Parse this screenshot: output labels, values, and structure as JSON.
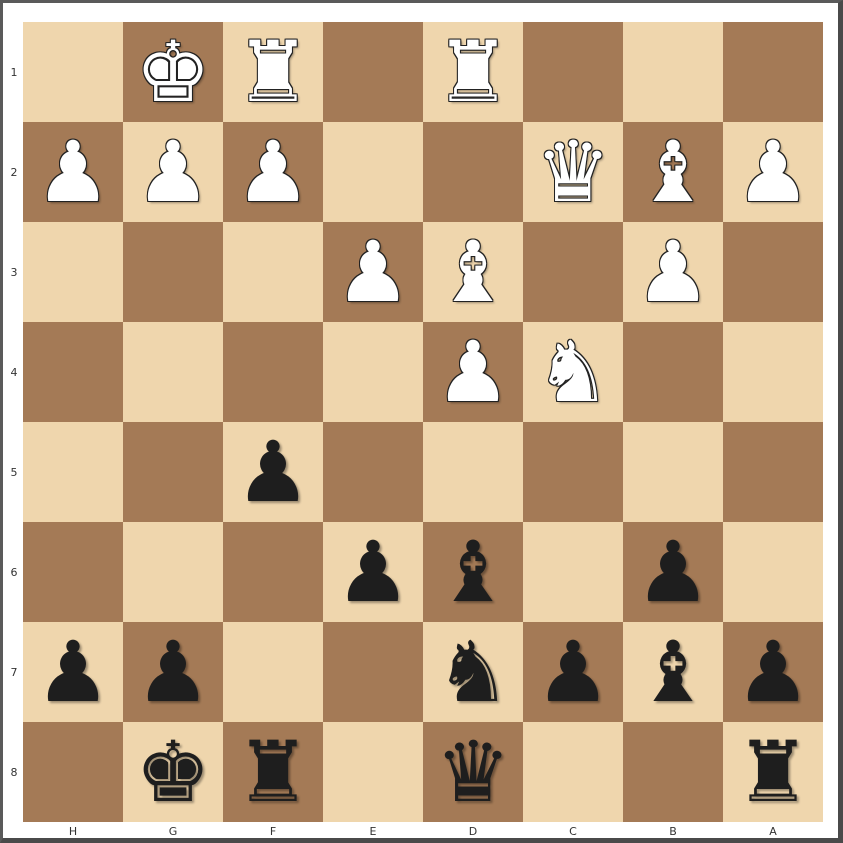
{
  "board": {
    "ranks": [
      "1",
      "2",
      "3",
      "4",
      "5",
      "6",
      "7",
      "8"
    ],
    "files": [
      "H",
      "G",
      "F",
      "E",
      "D",
      "C",
      "B",
      "A"
    ],
    "rows": [
      [
        "",
        "wK",
        "wR",
        "",
        "wR",
        "",
        "",
        ""
      ],
      [
        "wP",
        "wP",
        "wP",
        "",
        "",
        "wQ",
        "wB",
        "wP"
      ],
      [
        "",
        "",
        "",
        "wP",
        "wB",
        "",
        "wP",
        ""
      ],
      [
        "",
        "",
        "",
        "",
        "wP",
        "wN",
        "",
        ""
      ],
      [
        "",
        "",
        "bP",
        "",
        "",
        "",
        "",
        ""
      ],
      [
        "",
        "",
        "",
        "bP",
        "bB",
        "",
        "bP",
        ""
      ],
      [
        "bP",
        "bP",
        "",
        "",
        "bN",
        "bP",
        "bB",
        "bP"
      ],
      [
        "",
        "bK",
        "bR",
        "",
        "bQ",
        "",
        "",
        "bR"
      ]
    ],
    "light_color": "#efd6ad",
    "dark_color": "#a47a56"
  },
  "piece_icons": {
    "K": {
      "glyph": "♚",
      "name": "king"
    },
    "Q": {
      "glyph": "♛",
      "name": "queen"
    },
    "R": {
      "glyph": "♜",
      "name": "rook"
    },
    "B": {
      "glyph": "♝",
      "name": "bishop"
    },
    "N": {
      "glyph": "♞",
      "name": "knight"
    },
    "P": {
      "glyph": "♟",
      "name": "pawn"
    }
  }
}
